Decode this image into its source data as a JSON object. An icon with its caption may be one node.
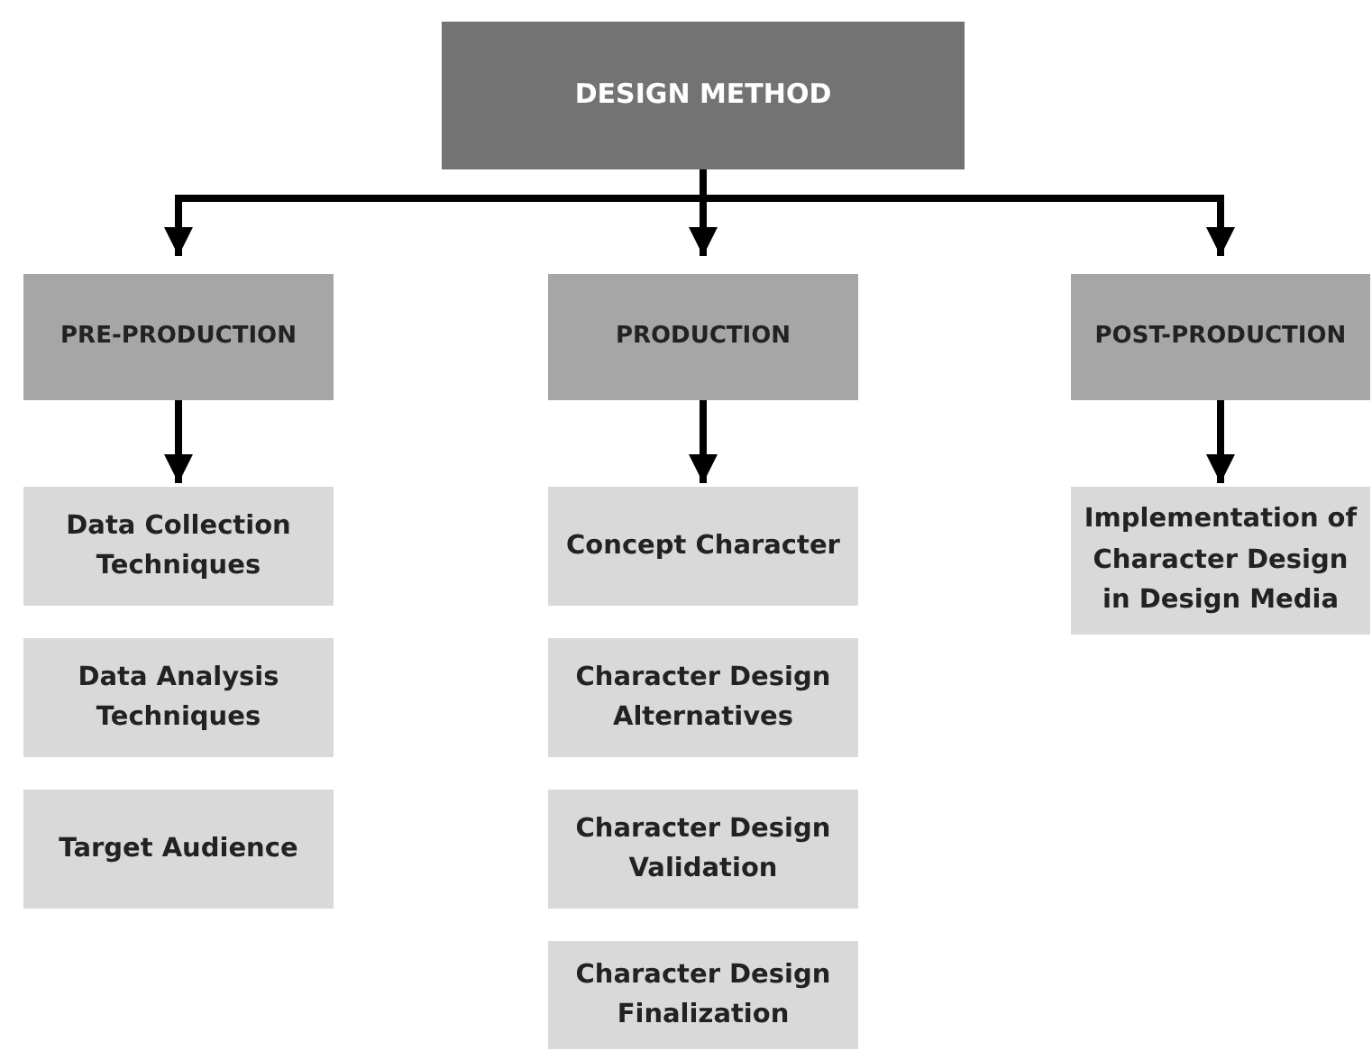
{
  "diagram": {
    "nodes": [
      {
        "text": [
          "DESIGN METHOD"
        ]
      },
      {
        "text": [
          "PRE-PRODUCTION"
        ]
      },
      {
        "text": [
          "PRODUCTION"
        ]
      },
      {
        "text": [
          "POST-PRODUCTION"
        ]
      },
      {
        "text": [
          "Data Collection Techniques"
        ]
      },
      {
        "text": [
          "Data Analysis Techniques"
        ]
      },
      {
        "text": [
          "Target Audience"
        ]
      },
      {
        "text": [
          "Concept Character"
        ]
      },
      {
        "text": [
          "Character Design Alternatives"
        ]
      },
      {
        "text": [
          "Character Design Validation"
        ]
      },
      {
        "text": [
          "Character Design Finalization"
        ]
      },
      {
        "text": [
          "Implementation of Character Design in Design Media"
        ]
      }
    ],
    "edges": [
      {
        "from": 0,
        "to": 1,
        "arrow": "to"
      },
      {
        "from": 0,
        "to": 2,
        "arrow": "to"
      },
      {
        "from": 0,
        "to": 3,
        "arrow": "to"
      },
      {
        "from": 1,
        "to": 4,
        "arrow": "to"
      },
      {
        "from": 2,
        "to": 7,
        "arrow": "to"
      },
      {
        "from": 3,
        "to": 11,
        "arrow": "to"
      }
    ]
  }
}
